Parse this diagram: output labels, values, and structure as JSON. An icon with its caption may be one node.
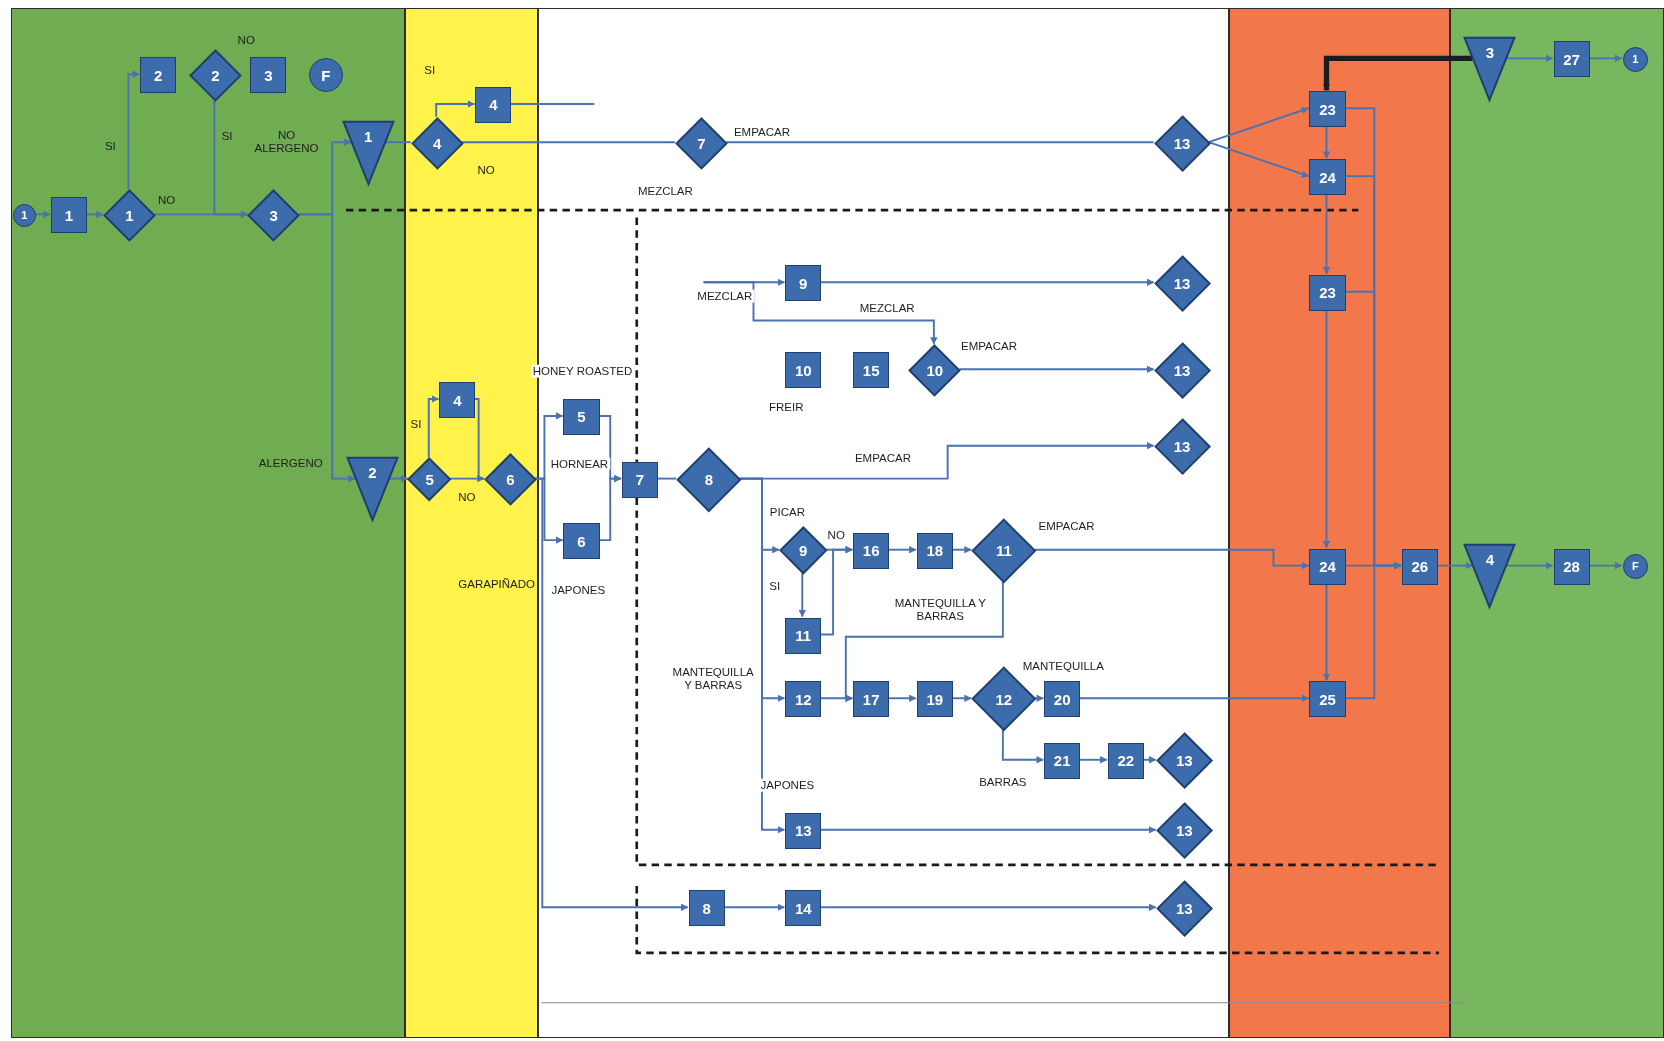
{
  "diagram": {
    "nodes": [
      {
        "text": [],
        "shape": "box"
      },
      {
        "text": [],
        "shape": "box"
      },
      {
        "text": [],
        "shape": "box"
      },
      {
        "text": [],
        "shape": "box"
      },
      {
        "text": [],
        "shape": "box"
      },
      {
        "text": [
          "1"
        ],
        "in": 0
      },
      {
        "text": [
          "1"
        ],
        "in": 0
      },
      {
        "text": [
          "1"
        ],
        "in": 0
      },
      {
        "text": [
          "2"
        ],
        "in": 0
      },
      {
        "text": [
          "2"
        ],
        "in": 0
      },
      {
        "text": [
          "3"
        ],
        "in": 0
      },
      {
        "text": [
          "F"
        ],
        "in": 0
      },
      {
        "text": [
          "3"
        ],
        "in": 0
      },
      {
        "text": [
          "1"
        ],
        "in": 0
      },
      {
        "text": [
          "2"
        ],
        "in": 0
      },
      {
        "text": [
          "4"
        ],
        "in": 1
      },
      {
        "text": [
          "4"
        ],
        "in": 1
      },
      {
        "text": [
          "4"
        ],
        "in": 1
      },
      {
        "text": [
          "5"
        ],
        "in": 1
      },
      {
        "text": [
          "6"
        ],
        "in": 1
      },
      {
        "text": [
          "7"
        ],
        "in": 2
      },
      {
        "text": [
          "13"
        ],
        "in": 2
      },
      {
        "text": [
          "5"
        ],
        "in": 2,
        "beside": [
          "HONEY ROASTED"
        ]
      },
      {
        "text": [
          "6"
        ],
        "in": 2,
        "beside": [
          "JAPONES"
        ]
      },
      {
        "text": [
          "7"
        ],
        "in": 2
      },
      {
        "text": [
          "8"
        ],
        "in": 2
      },
      {
        "text": [
          "9"
        ],
        "in": 2
      },
      {
        "text": [
          "13"
        ],
        "in": 2
      },
      {
        "text": [
          "10"
        ],
        "in": 2,
        "beside": [
          "FREIR"
        ]
      },
      {
        "text": [
          "15"
        ],
        "in": 2
      },
      {
        "text": [
          "10"
        ],
        "in": 2
      },
      {
        "text": [
          "13"
        ],
        "in": 2
      },
      {
        "text": [
          "13"
        ],
        "in": 2
      },
      {
        "text": [
          "9"
        ],
        "in": 2
      },
      {
        "text": [
          "16"
        ],
        "in": 2
      },
      {
        "text": [
          "18"
        ],
        "in": 2
      },
      {
        "text": [
          "11"
        ],
        "in": 2
      },
      {
        "text": [
          "11"
        ],
        "in": 2
      },
      {
        "text": [
          "12"
        ],
        "in": 2
      },
      {
        "text": [
          "17"
        ],
        "in": 2
      },
      {
        "text": [
          "19"
        ],
        "in": 2
      },
      {
        "text": [
          "12"
        ],
        "in": 2
      },
      {
        "text": [
          "20"
        ],
        "in": 2
      },
      {
        "text": [
          "21"
        ],
        "in": 2
      },
      {
        "text": [
          "22"
        ],
        "in": 2
      },
      {
        "text": [
          "13"
        ],
        "in": 2
      },
      {
        "text": [
          "13"
        ],
        "in": 2
      },
      {
        "text": [
          "13"
        ],
        "in": 2
      },
      {
        "text": [
          "8"
        ],
        "in": 2
      },
      {
        "text": [
          "14"
        ],
        "in": 2
      },
      {
        "text": [
          "13"
        ],
        "in": 2
      },
      {
        "text": [
          "23"
        ],
        "in": 3
      },
      {
        "text": [
          "24"
        ],
        "in": 3
      },
      {
        "text": [
          "23"
        ],
        "in": 3
      },
      {
        "text": [
          "24"
        ],
        "in": 3
      },
      {
        "text": [
          "26"
        ],
        "in": 3
      },
      {
        "text": [
          "25"
        ],
        "in": 3
      },
      {
        "text": [
          "3"
        ],
        "in": 4
      },
      {
        "text": [
          "27"
        ],
        "in": 4
      },
      {
        "text": [
          "1"
        ],
        "in": 4
      },
      {
        "text": [
          "4"
        ],
        "in": 4
      },
      {
        "text": [
          "28"
        ],
        "in": 4
      },
      {
        "text": [
          "F"
        ],
        "in": 4
      }
    ],
    "edges": [
      {
        "from": 5,
        "to": 6,
        "arrow": "to"
      },
      {
        "from": 6,
        "to": 7,
        "arrow": "to"
      },
      {
        "from": 7,
        "to": 8,
        "arrow": "to",
        "label": "SI"
      },
      {
        "from": 7,
        "to": 12,
        "arrow": "to",
        "label": "NO"
      },
      {
        "from": 9,
        "to": 12,
        "arrow": "to",
        "label": "SI"
      },
      {
        "from": 12,
        "to": 13,
        "arrow": "to",
        "label": "NO ALERGENO"
      },
      {
        "from": 12,
        "to": 14,
        "arrow": "to",
        "label": "ALERGENO"
      },
      {
        "from": 13,
        "to": 16,
        "arrow": "none"
      },
      {
        "from": 16,
        "to": 15,
        "arrow": "to",
        "label": "SI"
      },
      {
        "from": 15,
        "to": null,
        "arrow": "none"
      },
      {
        "from": 16,
        "to": 20,
        "arrow": "none",
        "label": "NO"
      },
      {
        "from": 20,
        "to": 21,
        "arrow": "none",
        "label": "EMPACAR"
      },
      {
        "from": 21,
        "to": 51,
        "arrow": "to"
      },
      {
        "from": 21,
        "to": 52,
        "arrow": "to"
      },
      {
        "from": 57,
        "to": 51,
        "arrow": "to",
        "style": "thick",
        "color": "#1c1c1c"
      },
      {
        "from": 57,
        "to": 58,
        "arrow": "to"
      },
      {
        "from": 58,
        "to": 59,
        "arrow": "to"
      },
      {
        "from": 51,
        "to": 52,
        "arrow": "to"
      },
      {
        "from": 52,
        "to": 53,
        "arrow": "to"
      },
      {
        "from": 53,
        "to": 54,
        "arrow": "to"
      },
      {
        "from": 54,
        "to": 56,
        "arrow": "to"
      },
      {
        "from": 51,
        "to": 55,
        "arrow": "to"
      },
      {
        "from": 52,
        "to": 55,
        "arrow": "to"
      },
      {
        "from": 53,
        "to": 55,
        "arrow": "to"
      },
      {
        "from": 56,
        "to": 55,
        "arrow": "to"
      },
      {
        "from": 54,
        "to": 55,
        "arrow": "to"
      },
      {
        "from": 55,
        "to": 60,
        "arrow": "to"
      },
      {
        "from": 60,
        "to": 61,
        "arrow": "to"
      },
      {
        "from": 61,
        "to": 62,
        "arrow": "to"
      },
      {
        "from": 14,
        "to": 18,
        "arrow": "to"
      },
      {
        "from": 18,
        "to": 17,
        "arrow": "to",
        "label": "SI"
      },
      {
        "from": 17,
        "to": 19,
        "arrow": "none"
      },
      {
        "from": 18,
        "to": 19,
        "arrow": "to",
        "label": "NO"
      },
      {
        "from": 19,
        "to": 22,
        "arrow": "to"
      },
      {
        "from": 19,
        "to": 23,
        "arrow": "to"
      },
      {
        "from": 22,
        "to": 24,
        "arrow": "to",
        "label": "HORNEAR"
      },
      {
        "from": 23,
        "to": 24,
        "arrow": "to"
      },
      {
        "from": 19,
        "to": 48,
        "arrow": "to",
        "label": "GARAPIÑADO"
      },
      {
        "from": 48,
        "to": 49,
        "arrow": "to"
      },
      {
        "from": 49,
        "to": 50,
        "arrow": "to"
      },
      {
        "from": 24,
        "to": 25,
        "arrow": "none"
      },
      {
        "from": 25,
        "to": 32,
        "arrow": "to",
        "label": "EMPACAR"
      },
      {
        "from": 25,
        "to": 33,
        "arrow": "to",
        "label": "PICAR"
      },
      {
        "from": 25,
        "to": 38,
        "arrow": "to",
        "label": "MANTEQUILLA Y BARRAS"
      },
      {
        "from": 25,
        "to": 46,
        "arrow": "to",
        "label": "JAPONES"
      },
      {
        "from": null,
        "to": 26,
        "arrow": "to",
        "label": "MEZCLAR"
      },
      {
        "from": null,
        "to": 30,
        "arrow": "to",
        "label": "MEZCLAR"
      },
      {
        "from": 26,
        "to": 27,
        "arrow": "to"
      },
      {
        "from": 30,
        "to": 31,
        "arrow": "to",
        "label": "EMPACAR"
      },
      {
        "from": 33,
        "to": 34,
        "arrow": "to",
        "label": "NO"
      },
      {
        "from": 33,
        "to": 37,
        "arrow": "to",
        "label": "SI"
      },
      {
        "from": 37,
        "to": 34,
        "arrow": "to"
      },
      {
        "from": 34,
        "to": 35,
        "arrow": "to"
      },
      {
        "from": 35,
        "to": 36,
        "arrow": "to"
      },
      {
        "from": 36,
        "to": 54,
        "arrow": "to",
        "label": "EMPACAR"
      },
      {
        "from": 36,
        "to": 39,
        "arrow": "to",
        "label": "MANTEQUILLA Y BARRAS"
      },
      {
        "from": 38,
        "to": 39,
        "arrow": "to"
      },
      {
        "from": 39,
        "to": 40,
        "arrow": "to"
      },
      {
        "from": 40,
        "to": 41,
        "arrow": "to"
      },
      {
        "from": 41,
        "to": 42,
        "arrow": "to",
        "label": "MANTEQUILLA"
      },
      {
        "from": 41,
        "to": 43,
        "arrow": "to",
        "label": "BARRAS"
      },
      {
        "from": 43,
        "to": 44,
        "arrow": "to"
      },
      {
        "from": 44,
        "to": 45,
        "arrow": "to"
      },
      {
        "from": 42,
        "to": 56,
        "arrow": "to"
      },
      {
        "from": 46,
        "to": 47,
        "arrow": "to"
      }
    ],
    "labels": [
      "NO",
      "MEZCLAR"
    ]
  }
}
